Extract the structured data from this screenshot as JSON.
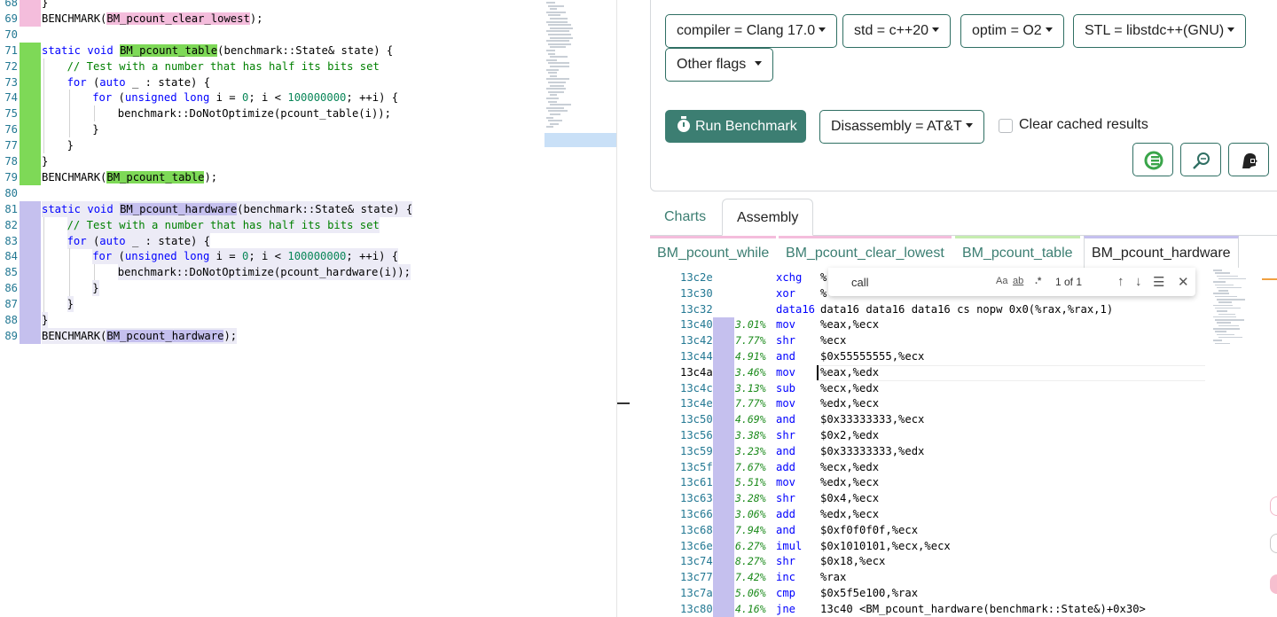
{
  "editor": {
    "lines": [
      {
        "n": "68",
        "gutter": "pink",
        "indent": 0,
        "tokens": [
          {
            "t": "}"
          }
        ]
      },
      {
        "n": "69",
        "gutter": "pink",
        "indent": 0,
        "tokens": [
          {
            "t": "BENCHMARK("
          },
          {
            "t": "BM_pcount_clear_lowest",
            "c": "hl-pink"
          },
          {
            "t": ");"
          }
        ]
      },
      {
        "n": "70",
        "gutter": "",
        "indent": 0,
        "tokens": []
      },
      {
        "n": "71",
        "gutter": "green",
        "indent": 0,
        "tokens": [
          {
            "t": "static",
            "c": "kw"
          },
          {
            "t": " "
          },
          {
            "t": "void",
            "c": "kw"
          },
          {
            "t": " "
          },
          {
            "t": "BM_pcount_table",
            "c": "hl-green"
          },
          {
            "t": "(benchmark::State& state) {"
          }
        ]
      },
      {
        "n": "72",
        "gutter": "green",
        "indent": 1,
        "tokens": [
          {
            "t": "// Test with a number that has half its bits set",
            "c": "cm"
          }
        ]
      },
      {
        "n": "73",
        "gutter": "green",
        "indent": 1,
        "tokens": [
          {
            "t": "for",
            "c": "kw"
          },
          {
            "t": " ("
          },
          {
            "t": "auto",
            "c": "kw"
          },
          {
            "t": " _ : state) {"
          }
        ]
      },
      {
        "n": "74",
        "gutter": "green",
        "indent": 2,
        "tokens": [
          {
            "t": "for",
            "c": "kw"
          },
          {
            "t": " ("
          },
          {
            "t": "unsigned",
            "c": "kw"
          },
          {
            "t": " "
          },
          {
            "t": "long",
            "c": "kw"
          },
          {
            "t": " i = "
          },
          {
            "t": "0",
            "c": "num"
          },
          {
            "t": "; i < "
          },
          {
            "t": "100000000",
            "c": "num"
          },
          {
            "t": "; ++i) {"
          }
        ]
      },
      {
        "n": "75",
        "gutter": "green",
        "indent": 3,
        "tokens": [
          {
            "t": "benchmark::DoNotOptimize(pcount_table(i));"
          }
        ]
      },
      {
        "n": "76",
        "gutter": "green",
        "indent": 2,
        "tokens": [
          {
            "t": "}"
          }
        ]
      },
      {
        "n": "77",
        "gutter": "green",
        "indent": 1,
        "tokens": [
          {
            "t": "}"
          }
        ]
      },
      {
        "n": "78",
        "gutter": "green",
        "indent": 0,
        "tokens": [
          {
            "t": "}"
          }
        ]
      },
      {
        "n": "79",
        "gutter": "green",
        "indent": 0,
        "tokens": [
          {
            "t": "BENCHMARK("
          },
          {
            "t": "BM_pcount_table",
            "c": "hl-green"
          },
          {
            "t": ");"
          }
        ]
      },
      {
        "n": "80",
        "gutter": "",
        "indent": 0,
        "tokens": []
      },
      {
        "n": "81",
        "gutter": "purple",
        "indent": 0,
        "hw": true,
        "tokens": [
          {
            "t": "static",
            "c": "kw"
          },
          {
            "t": " "
          },
          {
            "t": "void",
            "c": "kw"
          },
          {
            "t": " "
          },
          {
            "t": "BM_pcount_hardware",
            "c": "hl-purple"
          },
          {
            "t": "(benchmark::State& state) {"
          }
        ]
      },
      {
        "n": "82",
        "gutter": "purple",
        "indent": 1,
        "hw": true,
        "tokens": [
          {
            "t": "// Test with a number that has half its bits set",
            "c": "cm"
          }
        ]
      },
      {
        "n": "83",
        "gutter": "purple",
        "indent": 1,
        "hw": true,
        "tokens": [
          {
            "t": "for",
            "c": "kw"
          },
          {
            "t": " ("
          },
          {
            "t": "auto",
            "c": "kw"
          },
          {
            "t": " _ : state) {"
          }
        ]
      },
      {
        "n": "84",
        "gutter": "purple",
        "indent": 2,
        "hw": true,
        "tokens": [
          {
            "t": "for",
            "c": "kw"
          },
          {
            "t": " ("
          },
          {
            "t": "unsigned",
            "c": "kw"
          },
          {
            "t": " "
          },
          {
            "t": "long",
            "c": "kw"
          },
          {
            "t": " i = "
          },
          {
            "t": "0",
            "c": "num"
          },
          {
            "t": "; i < "
          },
          {
            "t": "100000000",
            "c": "num"
          },
          {
            "t": "; ++i) {"
          }
        ]
      },
      {
        "n": "85",
        "gutter": "purple",
        "indent": 3,
        "hw": true,
        "tokens": [
          {
            "t": "benchmark::DoNotOptimize(pcount_hardware(i));"
          }
        ]
      },
      {
        "n": "86",
        "gutter": "purple",
        "indent": 2,
        "hw": true,
        "tokens": [
          {
            "t": "}"
          }
        ]
      },
      {
        "n": "87",
        "gutter": "purple",
        "indent": 1,
        "hw": true,
        "tokens": [
          {
            "t": "}"
          }
        ]
      },
      {
        "n": "88",
        "gutter": "purple",
        "indent": 0,
        "hw": true,
        "tokens": [
          {
            "t": "}"
          }
        ]
      },
      {
        "n": "89",
        "gutter": "purple",
        "indent": 0,
        "hw": true,
        "tokens": [
          {
            "t": "BENCHMARK("
          },
          {
            "t": "BM_pcount_hardware",
            "c": "hl-purple"
          },
          {
            "t": ");"
          }
        ]
      }
    ]
  },
  "toolbar": {
    "compiler": "compiler = Clang 17.0",
    "std": "std = c++20",
    "optim": "optim = O2",
    "stl": "STL = libstdc++(GNU)",
    "other_flags": "Other flags",
    "run_label": "Run Benchmark",
    "disassembly": "Disassembly = AT&T",
    "clear_cache_label": "Clear cached results"
  },
  "result_tabs": [
    "Charts",
    "Assembly"
  ],
  "bench_tabs": [
    "BM_pcount_while",
    "BM_pcount_clear_lowest",
    "BM_pcount_table",
    "BM_pcount_hardware"
  ],
  "find": {
    "query": "call",
    "opt_case": "Aa",
    "opt_word": "ab",
    "opt_regex": ".*",
    "count": "1 of 1"
  },
  "colors": {
    "gutter_pink": "#f4bddc",
    "gutter_green": "#7ed957",
    "gutter_purple": "#c5c0ee",
    "accent": "#3c7e72"
  },
  "assembly": [
    {
      "addr": "13c2e",
      "pct": "",
      "op": "xchg",
      "args": "%"
    },
    {
      "addr": "13c30",
      "pct": "",
      "op": "xor",
      "args": "%"
    },
    {
      "addr": "13c32",
      "pct": "",
      "op": "data16",
      "args": "data16 data16 data16 cs nopw 0x0(%rax,%rax,1)"
    },
    {
      "addr": "13c40",
      "pct": "3.01%",
      "op": "mov",
      "args": "%eax,%ecx"
    },
    {
      "addr": "13c42",
      "pct": "7.77%",
      "op": "shr",
      "args": "%ecx"
    },
    {
      "addr": "13c44",
      "pct": "4.91%",
      "op": "and",
      "args": "$0x55555555,%ecx"
    },
    {
      "addr": "13c4a",
      "pct": "3.46%",
      "op": "mov",
      "args": "%eax,%edx",
      "current": true
    },
    {
      "addr": "13c4c",
      "pct": "3.13%",
      "op": "sub",
      "args": "%ecx,%edx"
    },
    {
      "addr": "13c4e",
      "pct": "7.77%",
      "op": "mov",
      "args": "%edx,%ecx"
    },
    {
      "addr": "13c50",
      "pct": "4.69%",
      "op": "and",
      "args": "$0x33333333,%ecx"
    },
    {
      "addr": "13c56",
      "pct": "3.38%",
      "op": "shr",
      "args": "$0x2,%edx"
    },
    {
      "addr": "13c59",
      "pct": "3.23%",
      "op": "and",
      "args": "$0x33333333,%edx"
    },
    {
      "addr": "13c5f",
      "pct": "7.67%",
      "op": "add",
      "args": "%ecx,%edx"
    },
    {
      "addr": "13c61",
      "pct": "5.51%",
      "op": "mov",
      "args": "%edx,%ecx"
    },
    {
      "addr": "13c63",
      "pct": "3.28%",
      "op": "shr",
      "args": "$0x4,%ecx"
    },
    {
      "addr": "13c66",
      "pct": "3.06%",
      "op": "add",
      "args": "%edx,%ecx"
    },
    {
      "addr": "13c68",
      "pct": "7.94%",
      "op": "and",
      "args": "$0xf0f0f0f,%ecx"
    },
    {
      "addr": "13c6e",
      "pct": "6.27%",
      "op": "imul",
      "args": "$0x1010101,%ecx,%ecx"
    },
    {
      "addr": "13c74",
      "pct": "8.27%",
      "op": "shr",
      "args": "$0x18,%ecx"
    },
    {
      "addr": "13c77",
      "pct": "7.42%",
      "op": "inc",
      "args": "%rax"
    },
    {
      "addr": "13c7a",
      "pct": "5.06%",
      "op": "cmp",
      "args": "$0x5f5e100,%rax"
    },
    {
      "addr": "13c80",
      "pct": "4.16%",
      "op": "jne",
      "args": "13c40 <BM_pcount_hardware(benchmark::State&)+0x30>"
    }
  ]
}
